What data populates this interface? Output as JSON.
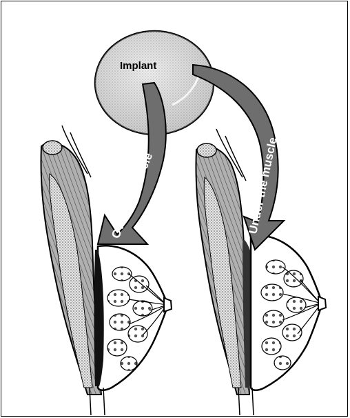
{
  "labels": {
    "implant": "Implant",
    "over": "Over the muscle",
    "under": "Under the muscle"
  },
  "colors": {
    "ink": "#000000",
    "implant_fill": "#d9d9d9",
    "arrow_fill": "#6e6e6e",
    "muscle_fill": "#a8a8a8",
    "paper": "#ffffff"
  }
}
